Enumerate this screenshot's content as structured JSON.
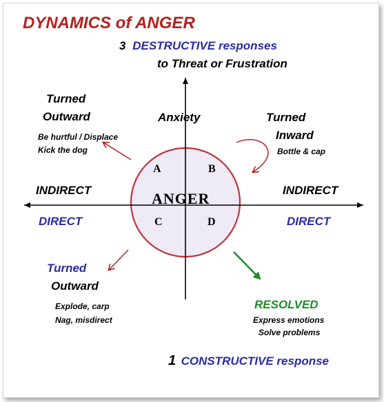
{
  "title": "DYNAMICS of ANGER",
  "destructive": {
    "count": "3",
    "label": "DESTRUCTIVE responses",
    "subtitle": "to Threat or Frustration"
  },
  "top_left": {
    "heading_line1": "Turned",
    "heading_line2": "Outward",
    "item1": "Be hurtful / Displace",
    "item2": "Kick the dog"
  },
  "top_center": {
    "label": "Anxiety"
  },
  "top_right": {
    "heading_line1": "Turned",
    "heading_line2": "Inward",
    "item1": "Bottle & cap"
  },
  "axis": {
    "left_top": "INDIRECT",
    "left_bottom": "DIRECT",
    "right_top": "INDIRECT",
    "right_bottom": "DIRECT"
  },
  "circle": {
    "center_label": "ANGER",
    "quadrant_a": "A",
    "quadrant_b": "B",
    "quadrant_c": "C",
    "quadrant_d": "D"
  },
  "bottom_left": {
    "heading_line1": "Turned",
    "heading_line2": "Outward",
    "item1": "Explode, carp",
    "item2": "Nag, misdirect"
  },
  "bottom_right": {
    "heading": "RESOLVED",
    "item1": "Express emotions",
    "item2": "Solve problems"
  },
  "constructive": {
    "count": "1",
    "label": "CONSTRUCTIVE response"
  },
  "colors": {
    "title_red": "#b3211e",
    "accent_blue": "#2a2ca0",
    "resolved_green": "#1f8a2a",
    "circle_fill": "#eeeaf6",
    "circle_stroke": "#c0343c",
    "arrow_red": "#b3211e",
    "arrow_green": "#1f8a2a"
  }
}
